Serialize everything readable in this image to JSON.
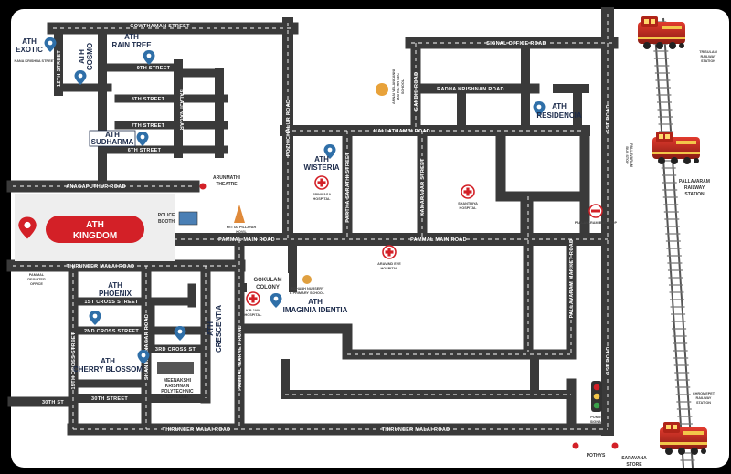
{
  "roads": {
    "gowthaman": "GOWTHAMAN STREET",
    "signal_office": "SIGNAL OFFICE ROAD",
    "radha_krishnan": "RADHA KRISHNAN ROAD",
    "hallathambi": "HALLATHAMBI ROAD",
    "anagaputhur": "ANAGAPUTHUR ROAD",
    "pammal_main_1": "PAMMAL MAIN ROAD",
    "pammal_main_2": "PAMMAL MAIN ROAD",
    "thiruneer_1": "THIRUNEER MALAI ROAD",
    "thiruneer_2": "THIRUNEER MALAI ROAD",
    "thiruneer_3": "THIRUNEER MALAI ROAD",
    "gst_1": "GST ROAD",
    "gst_2": "GST ROAD",
    "pozhichalur": "POZHICHALUR ROAD",
    "gandhi": "GANDHI ROAD",
    "partha_sarathi": "PARTHA SARATHI STREET",
    "kamarajar": "KAMARAJAR STREET",
    "pallavaram_market": "PALLAVARAM MARKET ROAD",
    "pammal_market": "PAMMAL MARKET ROAD",
    "balaji_nagar": "BALAJI NAGAR",
    "shankar_nagar": "SHANKAR NAGAR ROAD",
    "st12": "12TH STREET",
    "st9": "9TH STREET",
    "st8": "8TH STREET",
    "st7": "7TH STREET",
    "st6": "6TH STREET",
    "cross1": "1ST CROSS STREET",
    "cross2": "2ND CROSS STREET",
    "cross3": "3RD CROSS ST",
    "cross15": "15TH CROSS STREET",
    "st30a": "30TH ST",
    "st30b": "30TH STREET",
    "nanak": "NANA KRISHNA STREET"
  },
  "projects": {
    "exotic": [
      "ATH",
      "EXOTIC"
    ],
    "cosmo": [
      "ATH",
      "COSMO"
    ],
    "rain_tree": [
      "ATH",
      "RAIN TREE"
    ],
    "sudharma": [
      "ATH",
      "SUDHARMA"
    ],
    "wisteria": [
      "ATH",
      "WISTERIA"
    ],
    "residencia": [
      "ATH",
      "RESIDENCIA"
    ],
    "kingdom": [
      "ATH",
      "KINGDOM"
    ],
    "phoenix": [
      "ATH",
      "PHOENIX"
    ],
    "cherry_blossom": [
      "ATH",
      "CHERRY BLOSSOM"
    ],
    "crescentia": [
      "ATH",
      "CRESCENTIA"
    ],
    "imaginia": [
      "ATH",
      "IMAGINIA IDENTIA"
    ]
  },
  "landmarks": {
    "arunmathi": [
      "ARUNMATHI",
      "THEATRE"
    ],
    "police_booth": [
      "POLICE",
      "BOOTH"
    ],
    "pettai_pillayar": [
      "PETTAI PILLAYAR",
      "KOVIL"
    ],
    "pammal_registrar": [
      "PAMMAL",
      "REGISTER",
      "OFFICE"
    ],
    "gokulam": [
      "GOKULAM",
      "COLONY"
    ],
    "meenakshi": [
      "MEENAKSHI",
      "KRISHNAN",
      "POLYTECHNIC",
      "COLLEGE"
    ],
    "trisulam": [
      "TRISULAM",
      "RAILWAY",
      "STATION"
    ],
    "pallavaram_station": [
      "PALLAVARAM",
      "RAILWAY",
      "STATION"
    ],
    "chrompet": [
      "CHROMEPET",
      "RAILWAY",
      "STATION"
    ],
    "pallavaram_bus": [
      "PALLAVARAM",
      "BUS STOP"
    ],
    "pondsignal": [
      "PONDS",
      "SIGNAL"
    ],
    "pothys": "POTHYS",
    "saravana": [
      "SARAVANA",
      "STORE"
    ],
    "annai": [
      "ANNAI VELANKANNI",
      "MATRIC HR SEC",
      "SCHOOL"
    ],
    "srinivasa": [
      "SRINIVASA",
      "HOSPITAL"
    ],
    "shanthiya": [
      "SHANTHIYA",
      "HOSPITAL"
    ],
    "aravind": [
      "ARAVIND EYE",
      "HOSPITAL"
    ],
    "kpjain": [
      "K P JAIN",
      "HOSPITAL"
    ],
    "rishabh": [
      "RISHABH NURSERY",
      "& PRIMARY SCHOOL"
    ],
    "pallavaram_bus_stop": "PALLAVARAM BUS STOP"
  },
  "colors": {
    "road": "#3a3a3a",
    "road_edge": "#5a5a5a",
    "road_dash": "#ffffff",
    "block": "#ffffff",
    "accent_red": "#d32027",
    "pin_blue": "#2f6fa8",
    "navy": "#1b2a4a"
  }
}
